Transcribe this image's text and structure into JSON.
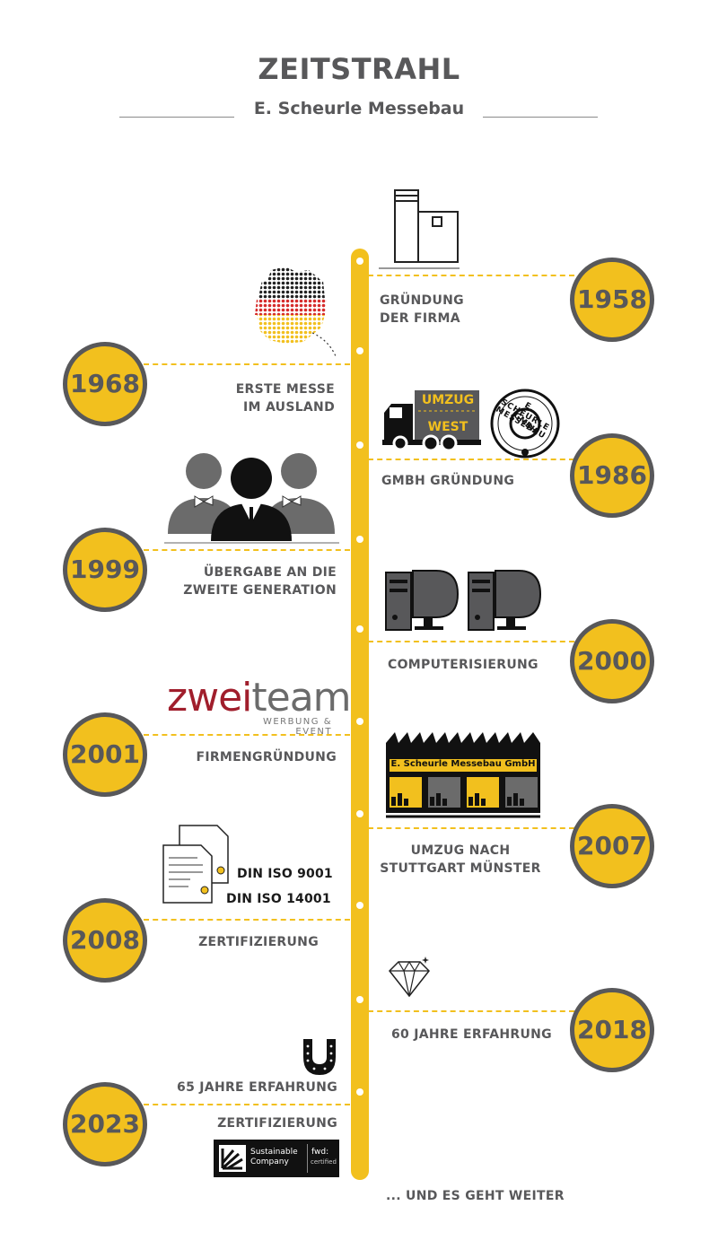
{
  "header": {
    "title": "ZEITSTRAHL",
    "subtitle": "E. Scheurle Messebau"
  },
  "milestones": [
    {
      "year": "1958",
      "label_line1": "GRÜNDUNG",
      "label_line2": "DER FIRMA",
      "icon": "factory-building-icon"
    },
    {
      "year": "1968",
      "label_line1": "ERSTE MESSE",
      "label_line2": "IM AUSLAND",
      "icon": "germany-map-icon"
    },
    {
      "year": "1986",
      "label_line1": "GMBH GRÜNDUNG",
      "label_line2": "",
      "icon": "moving-truck-icon"
    },
    {
      "year": "1999",
      "label_line1": "ÜBERGABE AN DIE",
      "label_line2": "ZWEITE GENERATION",
      "icon": "people-icon"
    },
    {
      "year": "2000",
      "label_line1": "COMPUTERISIERUNG",
      "label_line2": "",
      "icon": "computer-icon"
    },
    {
      "year": "2001",
      "label_line1": "FIRMENGRÜNDUNG",
      "label_line2": "",
      "icon": "zweiteam-logo"
    },
    {
      "year": "2007",
      "label_line1": "UMZUG NACH",
      "label_line2": "STUTTGART MÜNSTER",
      "icon": "factory-hall-icon"
    },
    {
      "year": "2008",
      "label_line1": "ZERTIFIZIERUNG",
      "label_line2": "",
      "icon": "certificate-icon"
    },
    {
      "year": "2018",
      "label_line1": "60 JAHRE ERFAHRUNG",
      "label_line2": "",
      "icon": "diamond-icon"
    },
    {
      "year": "2023",
      "label_line1": "65 JAHRE ERFAHRUNG",
      "label_line2": "ZERTIFIZIERUNG",
      "icon": "horseshoe-icon"
    }
  ],
  "truck": {
    "line1": "UMZUG",
    "line2": "WEST"
  },
  "stamp": {
    "ring": "E. SCHEURLE MESSEBAU",
    "center": "GMBH"
  },
  "zweiteam": {
    "part1": "zwei",
    "part2": "team",
    "tagline": "WERBUNG & EVENT"
  },
  "factory_sign": "E. Scheurle Messebau GmbH",
  "certs": {
    "iso1": "DIN ISO 9001",
    "iso2": "DIN ISO 14001"
  },
  "sustainable": {
    "line1": "Sustainable",
    "line2": "Company",
    "fwd": "fwd:",
    "certified": "certified"
  },
  "footer": "... UND ES GEHT WEITER",
  "colors": {
    "accent": "#f2c01e",
    "dark": "#58585a",
    "red": "#a01e2c"
  }
}
